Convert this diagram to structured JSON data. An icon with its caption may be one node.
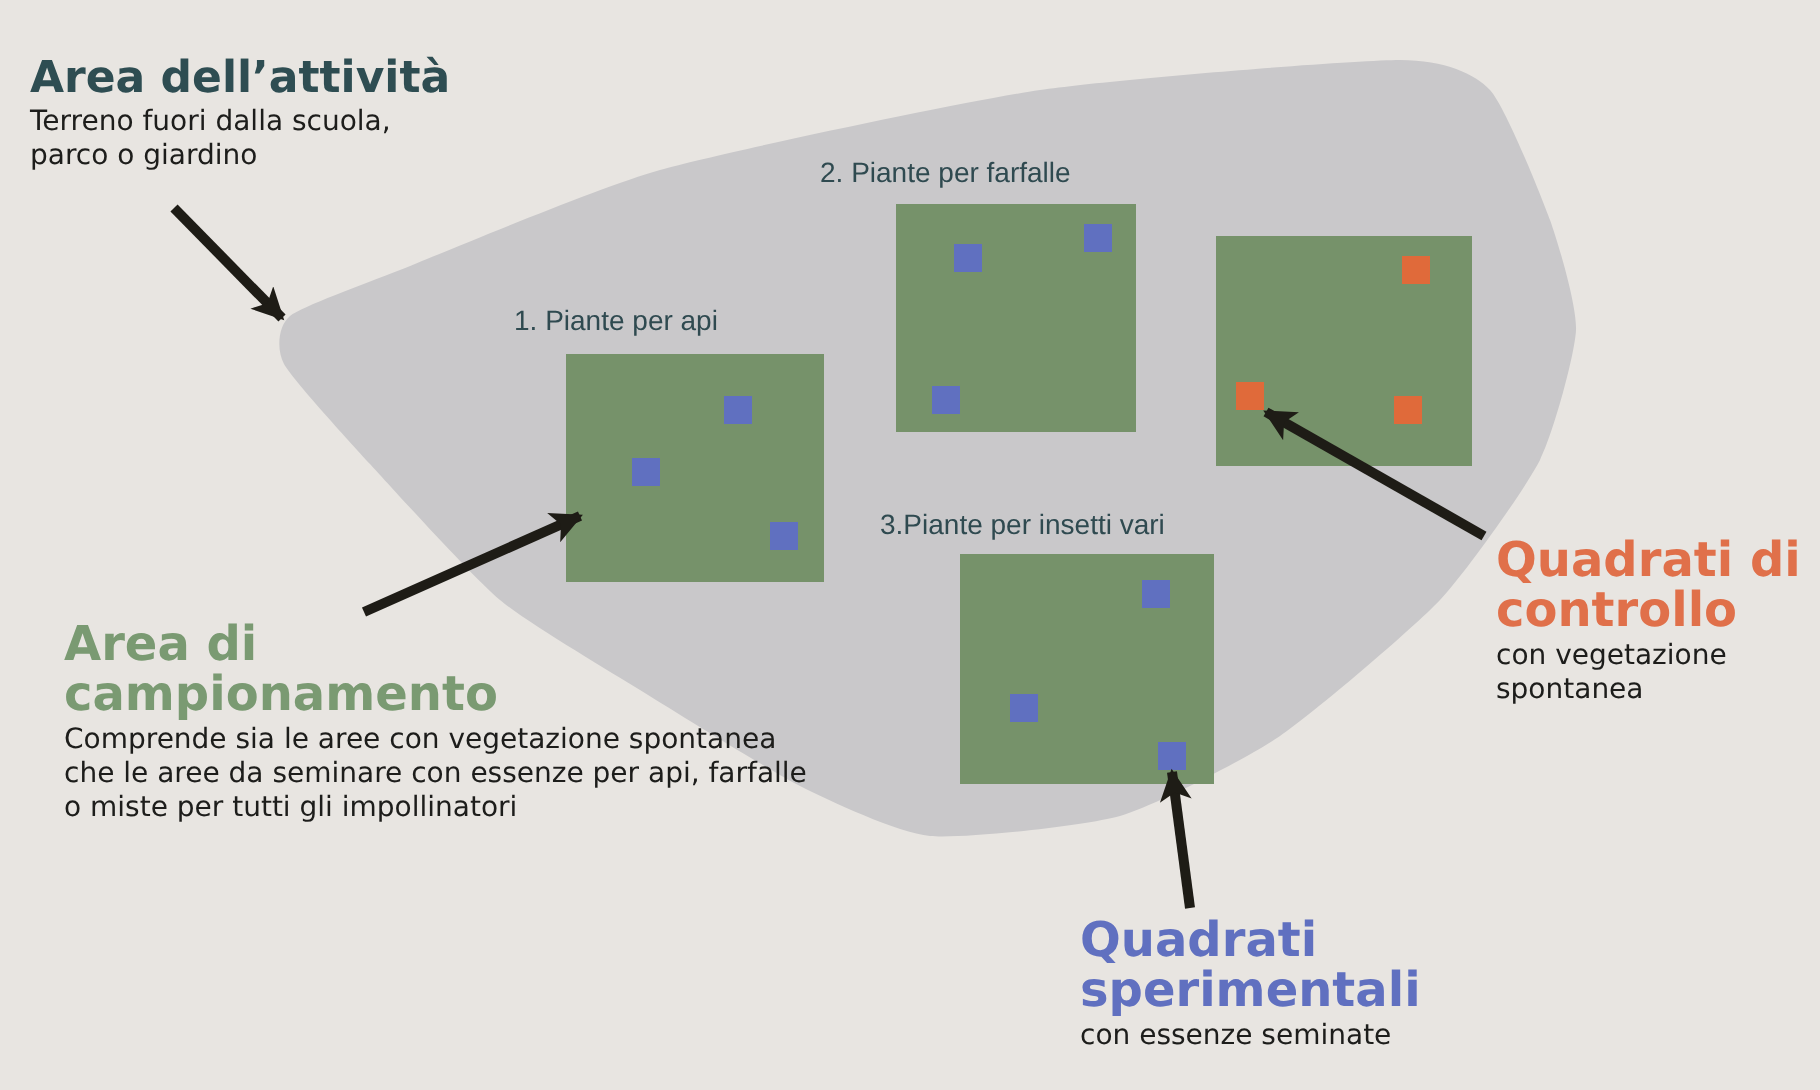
{
  "diagram": {
    "nodes": [
      {
        "text": [
          "Area dell’attività",
          "Terreno fuori dalla scuola, parco o giardino"
        ]
      },
      {
        "text": [],
        "shape": "polygon"
      },
      {
        "text": [
          "1. Piante per api"
        ],
        "in": 1
      },
      {
        "text": [
          "2. Piante per farfalle"
        ],
        "in": 1
      },
      {
        "text": [],
        "shape": "box",
        "in": 1
      },
      {
        "text": [
          "3.Piante per insetti vari"
        ],
        "in": 1
      },
      {
        "text": [
          "Area di campionamento",
          "Comprende sia le aree con vegetazione spontanea che le aree da seminare con essenze per api, farfalle o miste per tutti gli impollinatori"
        ]
      },
      {
        "text": [
          "Quadrati di controllo",
          "con vegetazione spontanea"
        ]
      },
      {
        "text": [
          "Quadrati sperimentali",
          "con essenze seminate"
        ]
      },
      {
        "text": [],
        "shape": "box",
        "in": 2
      },
      {
        "text": [],
        "shape": "box",
        "in": 2
      },
      {
        "text": [],
        "shape": "box",
        "in": 2
      },
      {
        "text": [],
        "shape": "box",
        "in": 3
      },
      {
        "text": [],
        "shape": "box",
        "in": 3
      },
      {
        "text": [],
        "shape": "box",
        "in": 3
      },
      {
        "text": [],
        "shape": "box",
        "in": 4
      },
      {
        "text": [],
        "shape": "box",
        "in": 4
      },
      {
        "text": [],
        "shape": "box",
        "in": 4
      },
      {
        "text": [],
        "shape": "box",
        "in": 5
      },
      {
        "text": [],
        "shape": "box",
        "in": 5
      },
      {
        "text": [],
        "shape": "box",
        "in": 5
      }
    ],
    "edges": [
      {
        "from": 0,
        "to": 1,
        "arrow": "to"
      },
      {
        "from": 6,
        "to": 2,
        "arrow": "to"
      },
      {
        "from": 7,
        "to": 16,
        "arrow": "to"
      },
      {
        "from": 8,
        "to": 20,
        "arrow": "to"
      }
    ]
  }
}
